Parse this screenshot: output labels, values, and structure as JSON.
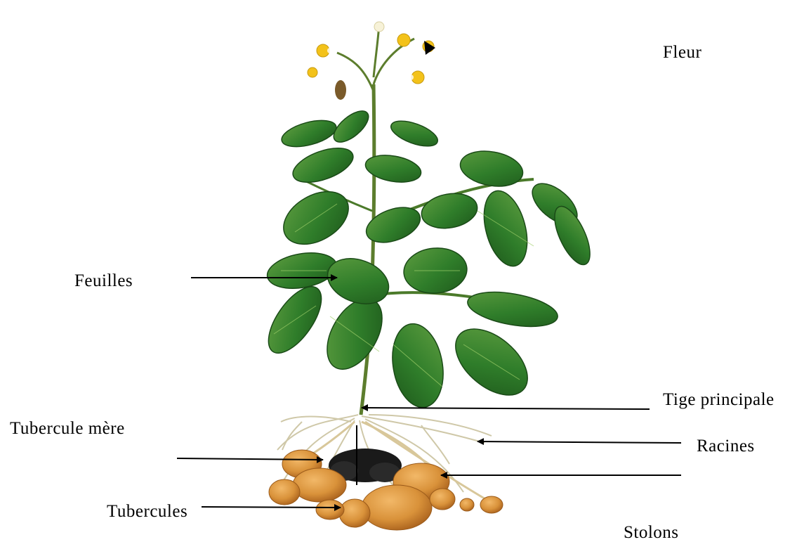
{
  "labels": {
    "fleur": "Fleur",
    "feuilles": "Feuilles",
    "tige_principale": "Tige principale",
    "tubercule_mere": "Tubercule mère",
    "racines": "Racines",
    "tubercules": "Tubercules",
    "stolons": "Stolons"
  },
  "colors": {
    "leaf_dark": "#1f5a1c",
    "leaf_mid": "#2f7d2a",
    "leaf_light": "#6fae4a",
    "flower_yellow": "#f3c21a",
    "tuber": "#d9923a",
    "tuber_dark": "#a8601c",
    "mother_tuber": "#1a1a1a",
    "root": "#cfc8a8",
    "arrow": "#000000"
  }
}
